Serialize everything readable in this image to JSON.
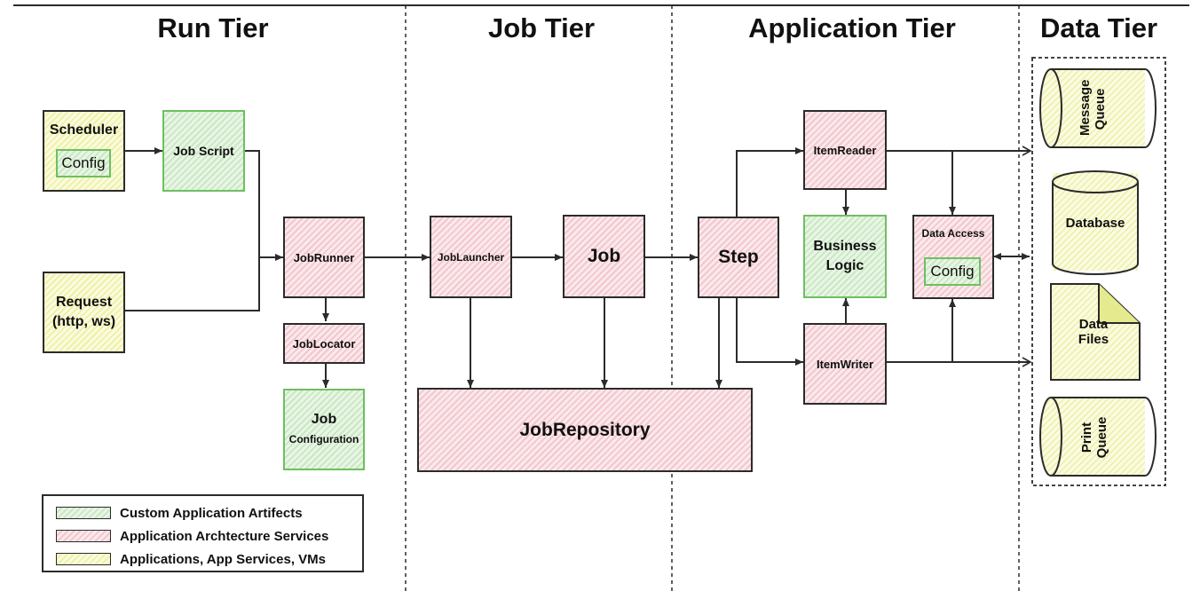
{
  "tiers": {
    "run": "Run Tier",
    "job": "Job Tier",
    "application": "Application Tier",
    "data": "Data Tier"
  },
  "run_tier": {
    "scheduler": "Scheduler",
    "scheduler_config": "Config",
    "job_script": "Job Script",
    "request_line1": "Request",
    "request_line2": "(http, ws)",
    "job_runner": "JobRunner",
    "job_locator": "JobLocator",
    "job_configuration_line1": "Job",
    "job_configuration_line2": "Configuration"
  },
  "job_tier": {
    "job_launcher": "JobLauncher",
    "job": "Job",
    "job_repository": "JobRepository"
  },
  "application_tier": {
    "step": "Step",
    "item_reader": "ItemReader",
    "business_logic_line1": "Business",
    "business_logic_line2": "Logic",
    "item_writer": "ItemWriter",
    "data_access": "Data Access",
    "data_access_config": "Config"
  },
  "data_tier": {
    "message_queue_line1": "Message",
    "message_queue_line2": "Queue",
    "database": "Database",
    "data_files_line1": "Data",
    "data_files_line2": "Files",
    "print_queue_line1": "Print",
    "print_queue_line2": "Queue"
  },
  "legend": {
    "custom": "Custom Application Artifects",
    "services": "Application Archtecture Services",
    "apps": "Applications, App Services, VMs"
  },
  "colors": {
    "custom_fill": "#c9e8c2",
    "custom_border": "#6fbf62",
    "service_fill": "#f2c7ce",
    "app_fill": "#eef1a6",
    "line": "#2b2b2b"
  }
}
